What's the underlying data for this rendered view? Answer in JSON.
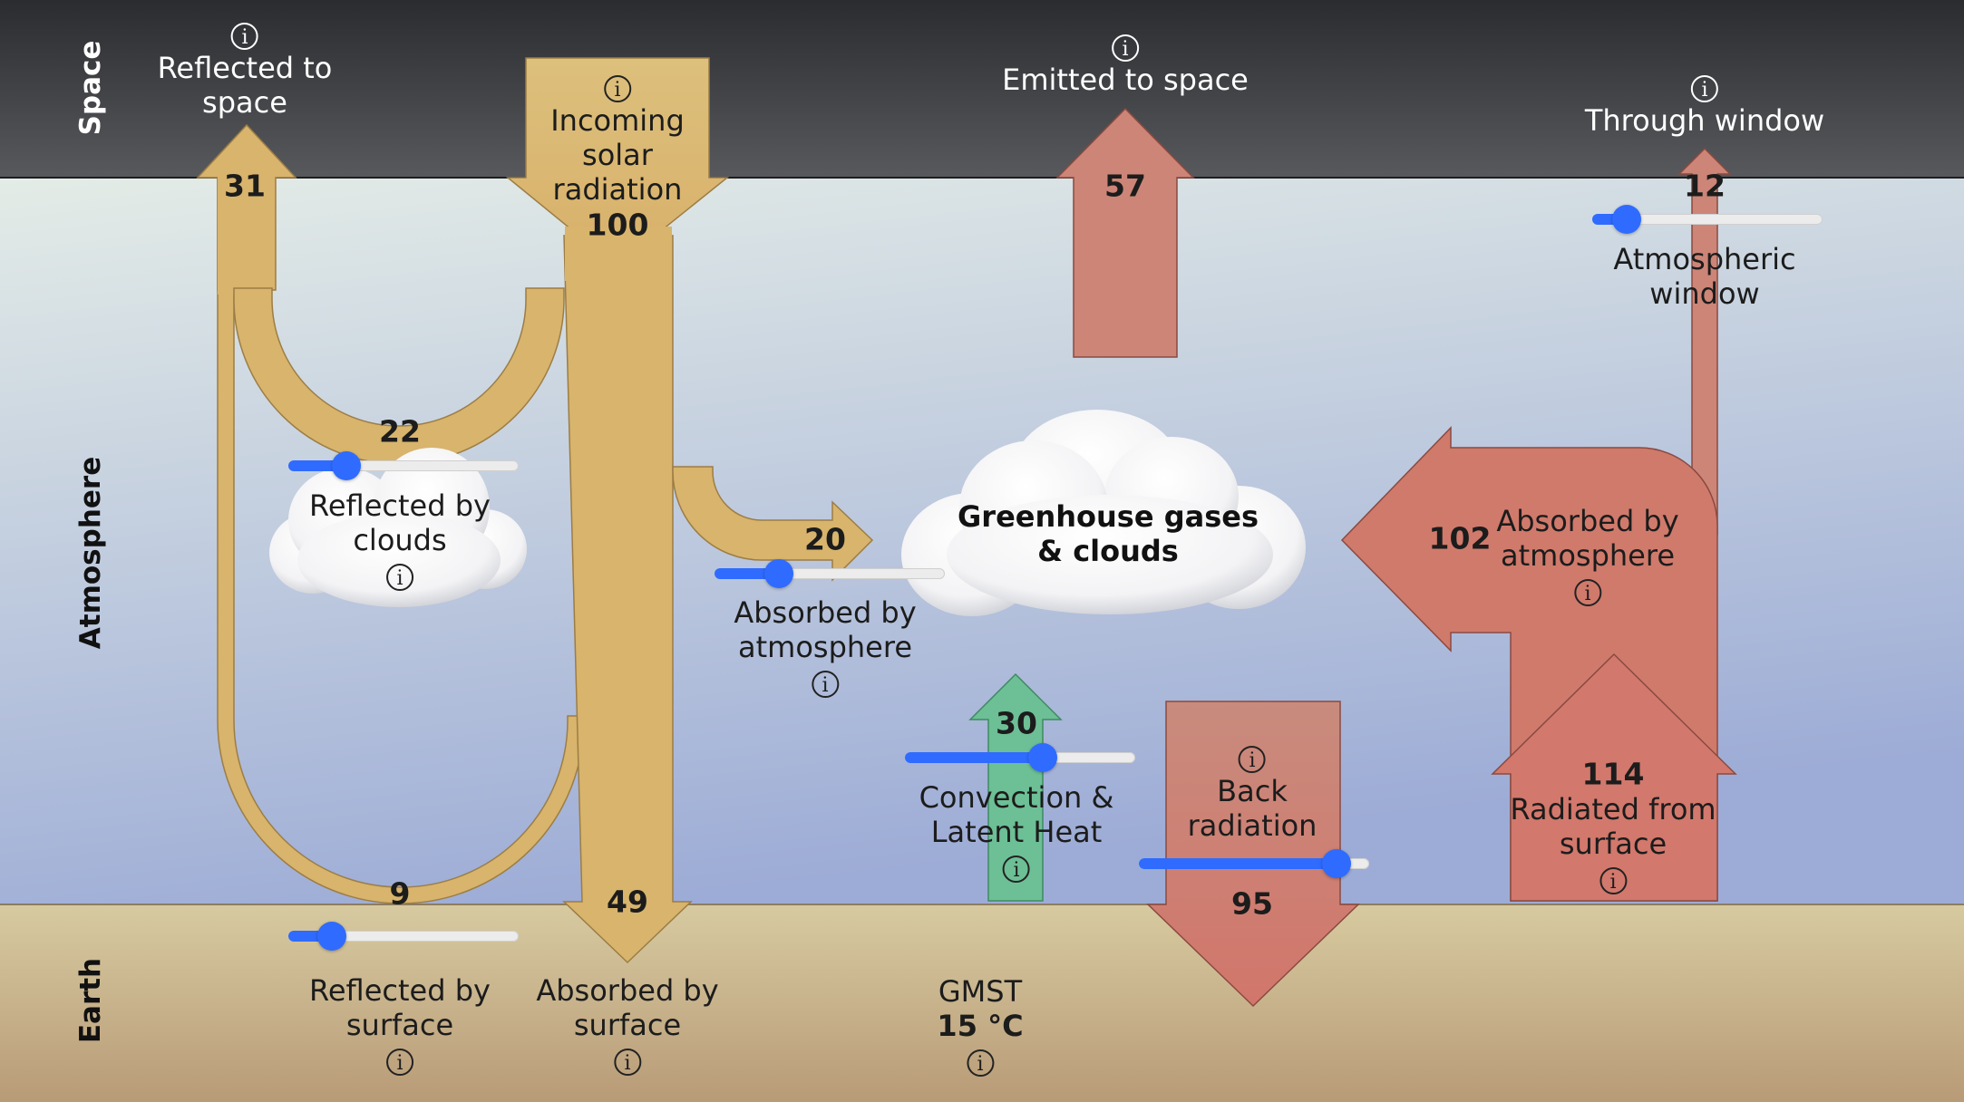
{
  "bands": {
    "space": "Space",
    "atmosphere": "Atmosphere",
    "earth": "Earth"
  },
  "incoming": {
    "label_l1": "Incoming",
    "label_l2": "solar",
    "label_l3": "radiation",
    "value": "100"
  },
  "reflected_space": {
    "label_l1": "Reflected to",
    "label_l2": "space",
    "value": "31"
  },
  "reflected_clouds": {
    "label_l1": "Reflected by",
    "label_l2": "clouds",
    "value": "22",
    "slider": 0.25
  },
  "reflected_surface": {
    "label_l1": "Reflected by",
    "label_l2": "surface",
    "value": "9",
    "slider": 0.19
  },
  "absorbed_atm_solar": {
    "label_l1": "Absorbed by",
    "label_l2": "atmosphere",
    "value": "20",
    "slider": 0.28
  },
  "absorbed_surface": {
    "label_l1": "Absorbed by",
    "label_l2": "surface",
    "value": "49"
  },
  "gmst": {
    "label": "GMST",
    "value": "15 °C"
  },
  "convection": {
    "label_l1": "Convection &",
    "label_l2": "Latent Heat",
    "value": "30",
    "slider": 0.6
  },
  "back_radiation": {
    "label_l1": "Back",
    "label_l2": "radiation",
    "value": "95",
    "slider": 0.86
  },
  "emitted_space": {
    "label": "Emitted to space",
    "value": "57"
  },
  "through_window": {
    "label": "Through window",
    "value": "12"
  },
  "atm_window": {
    "label_l1": "Atmospheric",
    "label_l2": "window",
    "slider": 0.15
  },
  "absorbed_atm_ir": {
    "label_l1": "Absorbed by",
    "label_l2": "atmosphere",
    "value": "102"
  },
  "radiated_surface": {
    "label_l1": "Radiated from",
    "label_l2": "surface",
    "value": "114"
  },
  "greenhouse": {
    "label_l1": "Greenhouse gases",
    "label_l2": "& clouds"
  },
  "info_glyph": "i",
  "colors": {
    "space_top": "#2b2c2f",
    "space_bottom": "#55575b",
    "sky_top": "#e3ebe6",
    "sky_bottom": "#9faed6",
    "earth_top": "#d6c99c",
    "earth_bottom": "#b89c78",
    "solar": "#d9b670",
    "infrared": "#d07a6c",
    "convection": "#6cbf94",
    "slider": "#2f6bff"
  }
}
